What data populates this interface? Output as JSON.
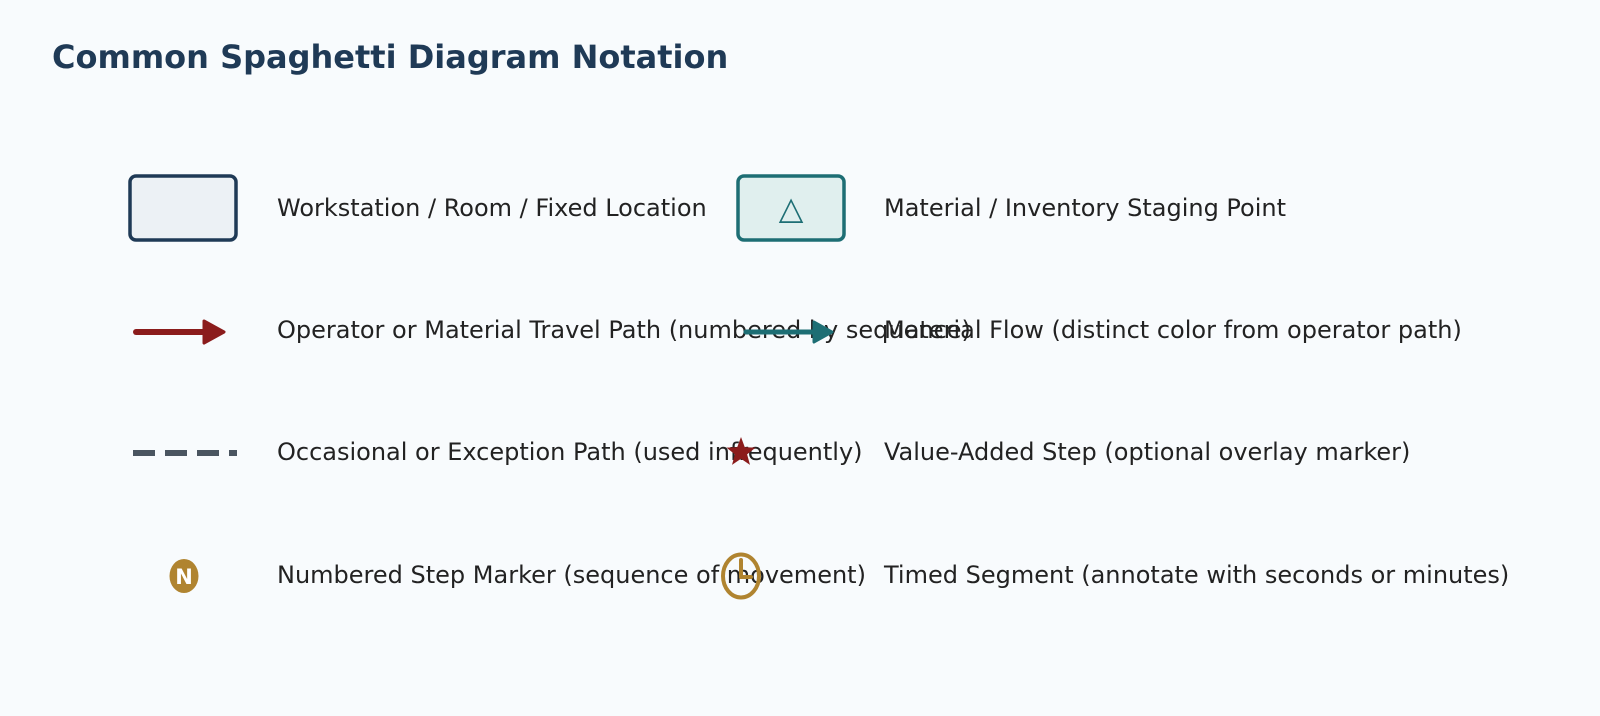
{
  "title": "Common Spaghetti Diagram Notation",
  "colors": {
    "navy": "#1f3a56",
    "teal": "#1d6e74",
    "red": "#8b1c1c",
    "slate": "#4a5560",
    "gold": "#b08430",
    "text": "#222222",
    "background": "#f8fbfd"
  },
  "legend": {
    "items": [
      {
        "icon": "workstation-box-icon",
        "label": "Workstation / Room / Fixed Location"
      },
      {
        "icon": "staging-point-triangle-icon",
        "symbol_text": "△",
        "label": "Material / Inventory Staging Point"
      },
      {
        "icon": "travel-path-arrow-icon",
        "label": "Operator or Material Travel Path (numbered by sequence)"
      },
      {
        "icon": "material-flow-arrow-icon",
        "label": "Material Flow (distinct color from operator path)"
      },
      {
        "icon": "exception-path-dashed-icon",
        "label": "Occasional or Exception Path (used infrequently)"
      },
      {
        "icon": "value-added-star-icon",
        "label": "Value-Added Step (optional overlay marker)"
      },
      {
        "icon": "step-marker-circle-icon",
        "symbol_text": "N",
        "label": "Numbered Step Marker (sequence of movement)"
      },
      {
        "icon": "timer-clock-icon",
        "label": "Timed Segment (annotate with seconds or minutes)"
      }
    ]
  }
}
